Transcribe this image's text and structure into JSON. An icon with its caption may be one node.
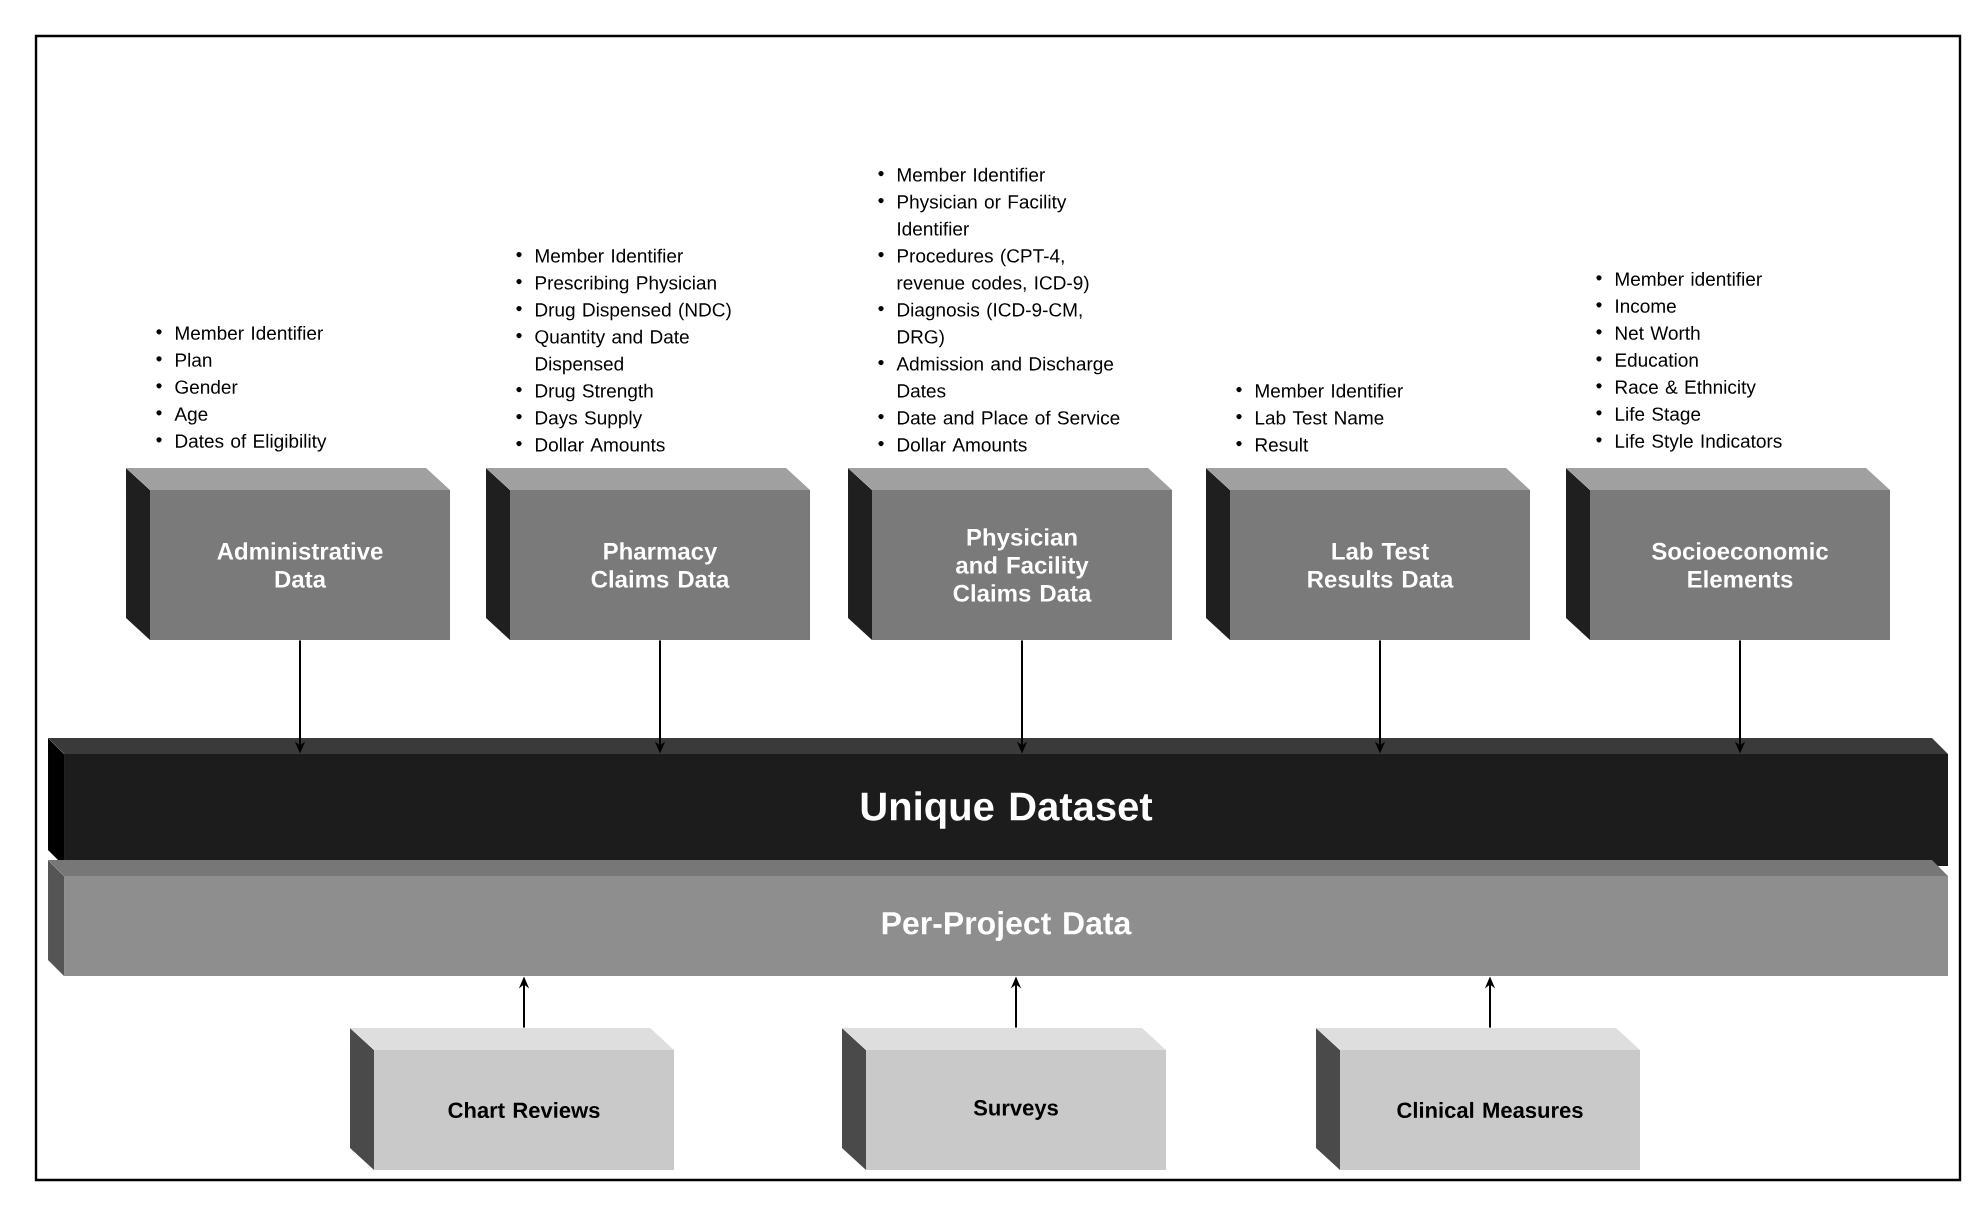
{
  "diagram": {
    "nodes": [
      {
        "text": [
          "Administrative Data"
        ],
        "beside": [
          "Member Identifier",
          "Plan",
          "Gender",
          "Age",
          "Dates of Eligibility"
        ]
      },
      {
        "text": [
          "Pharmacy Claims Data"
        ],
        "beside": [
          "Member Identifier",
          "Prescribing Physician",
          "Drug Dispensed (NDC)",
          "Quantity and Date Dispensed",
          "Drug Strength",
          "Days Supply",
          "Dollar Amounts"
        ]
      },
      {
        "text": [
          "Physician and Facility Claims Data"
        ],
        "beside": [
          "Member Identifier",
          "Physician or Facility Identifier",
          "Procedures (CPT-4, revenue codes, ICD-9)",
          "Diagnosis (ICD-9-CM, DRG)",
          "Admission and Discharge Dates",
          "Date and Place of Service",
          "Dollar Amounts"
        ]
      },
      {
        "text": [
          "Lab Test Results Data"
        ],
        "beside": [
          "Member Identifier",
          "Lab Test Name",
          "Result"
        ]
      },
      {
        "text": [
          "Socioeconomic Elements"
        ],
        "beside": [
          "Member identifier",
          "Income",
          "Net Worth",
          "Education",
          "Race & Ethnicity",
          "Life Stage",
          "Life Style Indicators"
        ]
      },
      {
        "text": [
          "Unique Dataset"
        ]
      },
      {
        "text": [
          "Per-Project Data"
        ]
      },
      {
        "text": [
          "Chart Reviews"
        ]
      },
      {
        "text": [
          "Surveys"
        ]
      },
      {
        "text": [
          "Clinical Measures"
        ]
      }
    ],
    "edges": [
      {
        "from": 0,
        "to": 5,
        "arrow": "to"
      },
      {
        "from": 1,
        "to": 5,
        "arrow": "to"
      },
      {
        "from": 2,
        "to": 5,
        "arrow": "to"
      },
      {
        "from": 3,
        "to": 5,
        "arrow": "to"
      },
      {
        "from": 4,
        "to": 5,
        "arrow": "to"
      },
      {
        "from": 7,
        "to": 6,
        "arrow": "to"
      },
      {
        "from": 8,
        "to": 6,
        "arrow": "to"
      },
      {
        "from": 9,
        "to": 6,
        "arrow": "to"
      }
    ]
  }
}
